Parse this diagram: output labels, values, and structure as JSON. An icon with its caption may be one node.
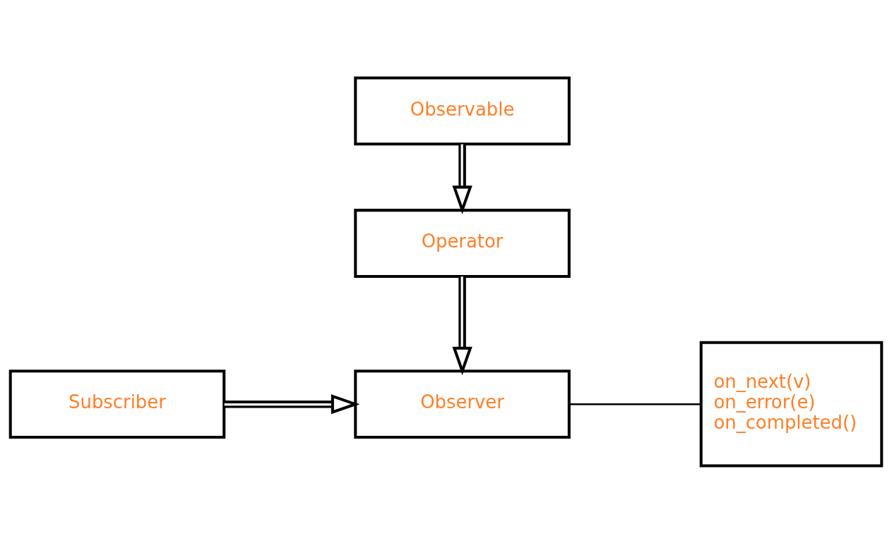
{
  "diagram": {
    "nodes": [
      {
        "text": [
          "Observable"
        ]
      },
      {
        "text": [
          "Operator"
        ]
      },
      {
        "text": [
          "Subscriber"
        ]
      },
      {
        "text": [
          "Observer"
        ]
      },
      {
        "text": [
          "on_next(v)",
          "on_error(e)",
          "on_completed()"
        ]
      }
    ],
    "edges": [
      {
        "from": 0,
        "to": 1,
        "arrow": "to"
      },
      {
        "from": 1,
        "to": 3,
        "arrow": "to"
      },
      {
        "from": 2,
        "to": 3,
        "arrow": "to"
      },
      {
        "from": 3,
        "to": 4,
        "arrow": "none"
      }
    ]
  }
}
